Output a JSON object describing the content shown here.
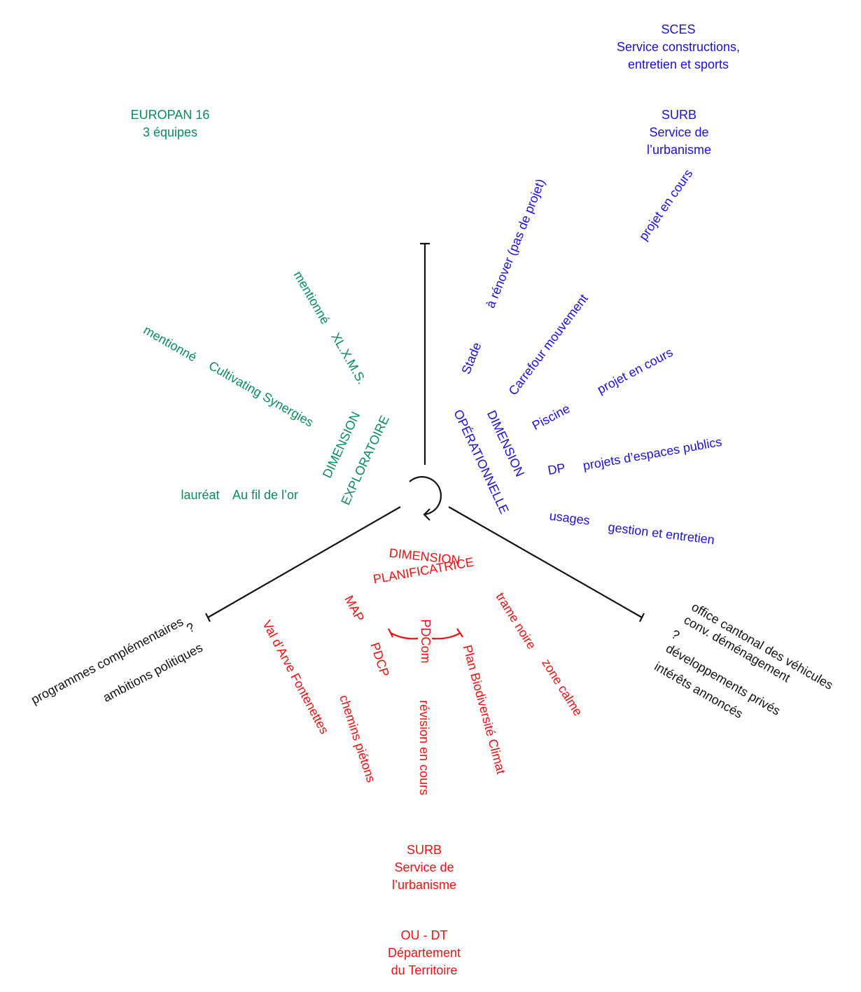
{
  "colors": {
    "exploratoire": "#0a8a5a",
    "operationnelle": "#1a10d8",
    "planificatrice": "#ee1111",
    "neutral": "#111111"
  },
  "icons": {
    "center": "cycle-arrow-icon"
  },
  "green": {
    "europan": [
      "EUROPAN 16",
      "3 équipes"
    ],
    "dimension": [
      "DIMENSION",
      "EXPLORATOIRE"
    ],
    "xl_status": "mentionné",
    "xl_name": "XL.X.M.S.",
    "cs_status": "mentionné",
    "cs_name": "Cultivating Synergies",
    "af_status": "lauréat",
    "af_name": "Au fil de l’or"
  },
  "blue": {
    "sces": [
      "SCES",
      "Service constructions,",
      "entretien et sports"
    ],
    "surb": [
      "SURB",
      "Service de",
      "l’urbanisme"
    ],
    "surb_status": "projet en cours",
    "dimension": [
      "DIMENSION",
      "OPÉRATIONNELLE"
    ],
    "stade": "Stade",
    "stade_status": "à rénover (pas de projet)",
    "carrefour": "Carrefour mouvement",
    "piscine": "Piscine",
    "piscine_status": "projet en cours",
    "dp": "DP",
    "dp_status": "projets d’espaces publics",
    "usages": "usages",
    "usages_status": "gestion et entretien"
  },
  "red": {
    "dimension": [
      "DIMENSION",
      "PLANIFICATRICE"
    ],
    "map": "MAP",
    "map_name": "Val d’Arve Fontenettes",
    "pdcom": "PDCom",
    "pdcp": "PDCP",
    "pdcp_item": "chemins piétons",
    "revision": "révision en cours",
    "plan": "Plan Biodiversité Climat",
    "trame": "trame noire",
    "zone": "zone calme",
    "surb": [
      "SURB",
      "Service de",
      "l’urbanisme"
    ],
    "ou": [
      "OU - DT",
      "Département",
      "du Territoire"
    ]
  },
  "black": {
    "left_q": "?",
    "left_1": "programmes complémentaires",
    "left_2": "ambitions politiques",
    "right_1": "office cantonal des véhicules",
    "right_2": "conv. déménagement",
    "right_q": "?",
    "right_3": "développements privés",
    "right_4": "intérêts annoncés"
  }
}
